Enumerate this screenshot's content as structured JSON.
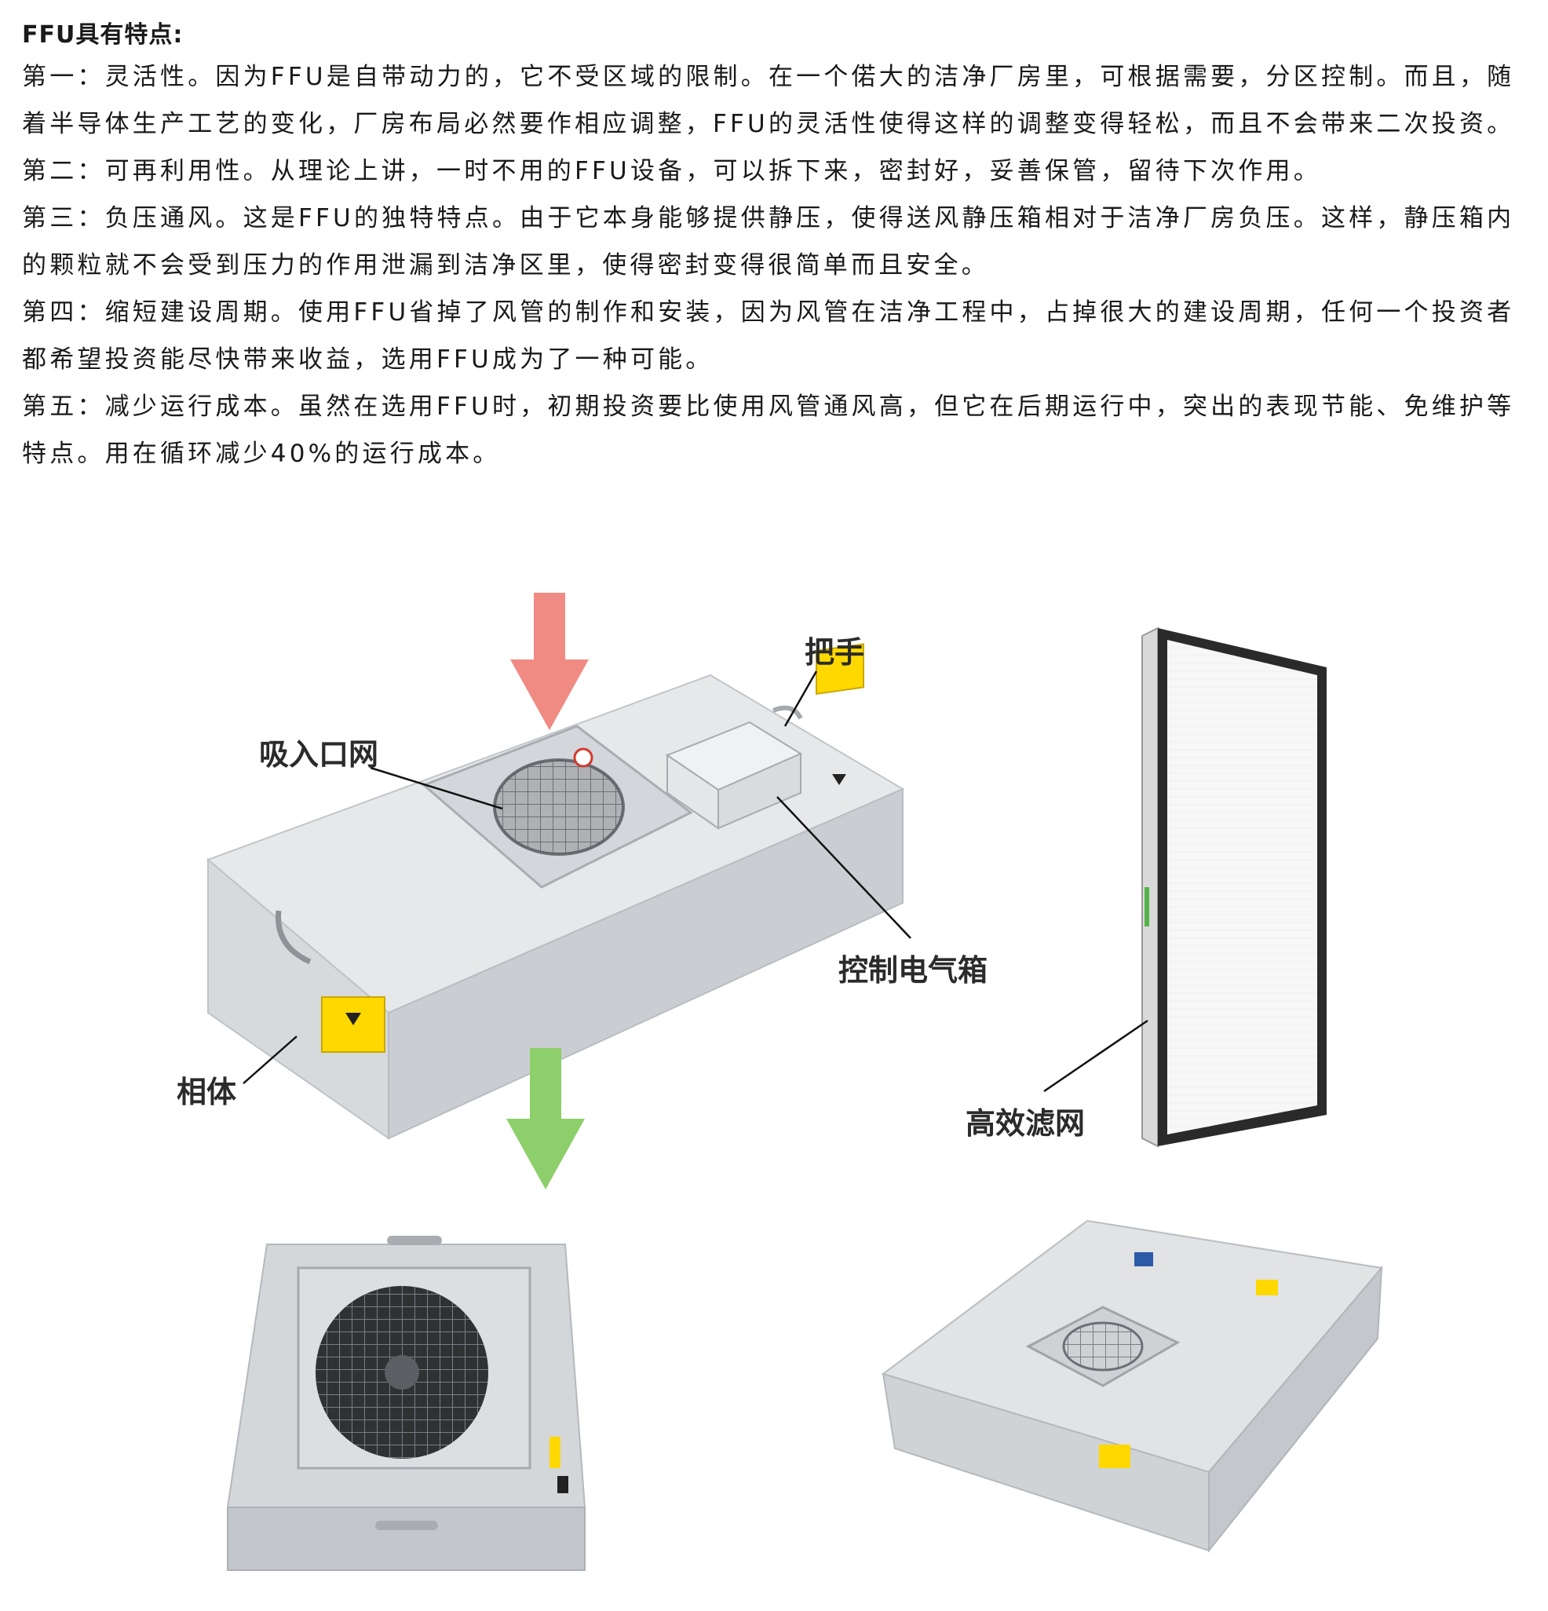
{
  "heading": "FFU具有特点:",
  "paragraphs": [
    "第一：灵活性。因为FFU是自带动力的，它不受区域的限制。在一个偌大的洁净厂房里，可根据需要，分区控制。而且，随着半导体生产工艺的变化，厂房布局必然要作相应调整，FFU的灵活性使得这样的调整变得轻松，而且不会带来二次投资。",
    "第二：可再利用性。从理论上讲，一时不用的FFU设备，可以拆下来，密封好，妥善保管，留待下次作用。",
    "第三：负压通风。这是FFU的独特特点。由于它本身能够提供静压，使得送风静压箱相对于洁净厂房负压。这样，静压箱内的颗粒就不会受到压力的作用泄漏到洁净区里，使得密封变得很简单而且安全。",
    "第四：缩短建设周期。使用FFU省掉了风管的制作和安装，因为风管在洁净工程中，占掉很大的建设周期，任何一个投资者都希望投资能尽快带来收益，选用FFU成为了一种可能。",
    "第五：减少运行成本。虽然在选用FFU时，初期投资要比使用风管通风高，但它在后期运行中，突出的表现节能、免维护等特点。用在循环减少40%的运行成本。"
  ],
  "labels": {
    "inlet_mesh": "吸入口网",
    "handle": "把手",
    "control_box": "控制电气箱",
    "housing": "相体",
    "hepa_filter": "高效滤网"
  },
  "colors": {
    "arrow_in": "#f08b84",
    "arrow_out": "#8dcf6a",
    "warning": "#ffd800",
    "metal_top": "#e6e8ea",
    "metal_front": "#d7dadd",
    "metal_side": "#c7cbcf",
    "filter_frame": "#2a2a2a"
  }
}
